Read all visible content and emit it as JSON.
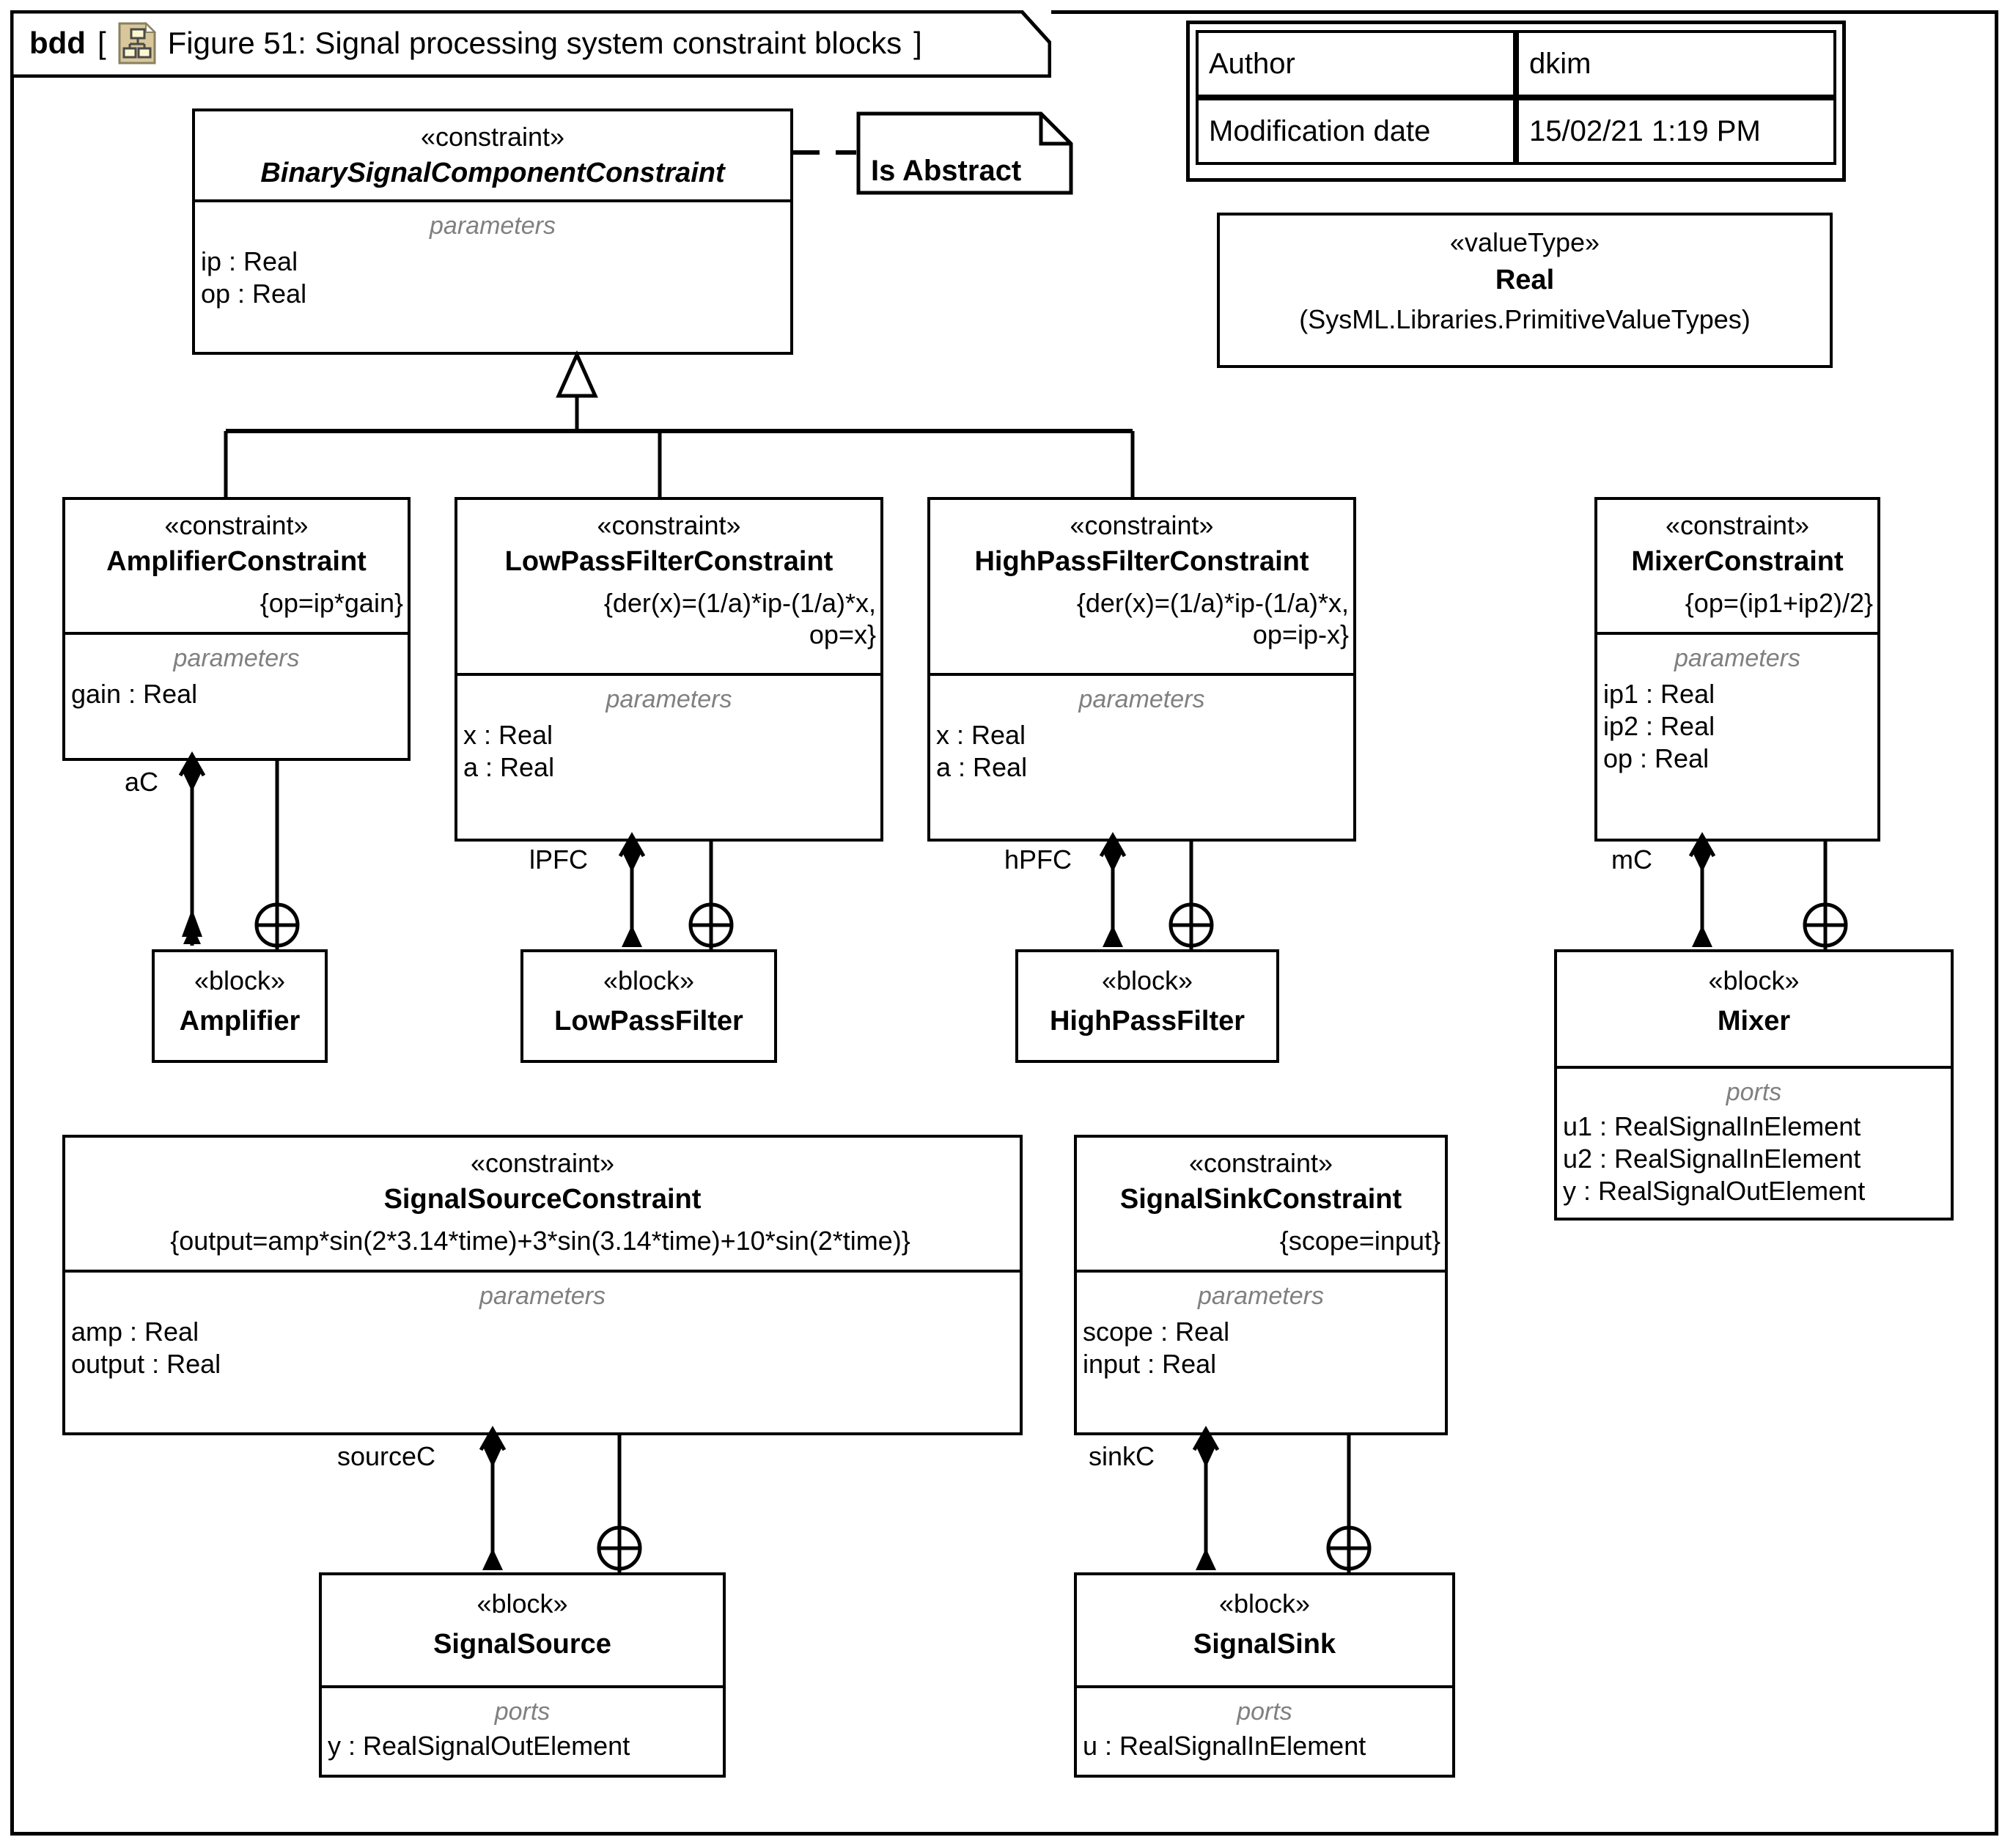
{
  "diagram": {
    "kind_label": "bdd",
    "bracket_open": "[",
    "bracket_close": "]",
    "icon_name": "block-definition-diagram-icon",
    "title": "Figure 51: Signal processing system constraint blocks"
  },
  "info_table": {
    "rows": [
      {
        "label": "Author",
        "value": "dkim"
      },
      {
        "label": "Modification date",
        "value": "15/02/21 1:19 PM"
      }
    ]
  },
  "value_type": {
    "stereotype": "«valueType»",
    "name": "Real",
    "qualifier": "(SysML.Libraries.PrimitiveValueTypes)"
  },
  "note": {
    "text": "Is Abstract"
  },
  "section_labels": {
    "parameters": "parameters",
    "ports": "ports"
  },
  "stereotypes": {
    "constraint": "«constraint»",
    "block": "«block»"
  },
  "blocks": {
    "binary_signal_component_constraint": {
      "stereotype": "«constraint»",
      "name": "BinarySignalComponentConstraint",
      "abstract": true,
      "section_label": "parameters",
      "features": [
        "ip : Real",
        "op : Real"
      ]
    },
    "amplifier_constraint": {
      "stereotype": "«constraint»",
      "name": "AmplifierConstraint",
      "expression": "{op=ip*gain}",
      "section_label": "parameters",
      "features": [
        "gain : Real"
      ]
    },
    "low_pass_filter_constraint": {
      "stereotype": "«constraint»",
      "name": "LowPassFilterConstraint",
      "expression": "{der(x)=(1/a)*ip-(1/a)*x,\nop=x}",
      "section_label": "parameters",
      "features": [
        "x : Real",
        "a : Real"
      ]
    },
    "high_pass_filter_constraint": {
      "stereotype": "«constraint»",
      "name": "HighPassFilterConstraint",
      "expression": "{der(x)=(1/a)*ip-(1/a)*x,\nop=ip-x}",
      "section_label": "parameters",
      "features": [
        "x : Real",
        "a : Real"
      ]
    },
    "mixer_constraint": {
      "stereotype": "«constraint»",
      "name": "MixerConstraint",
      "expression": "{op=(ip1+ip2)/2}",
      "section_label": "parameters",
      "features": [
        "ip1 : Real",
        "ip2 : Real",
        "op : Real"
      ]
    },
    "signal_source_constraint": {
      "stereotype": "«constraint»",
      "name": "SignalSourceConstraint",
      "expression": "{output=amp*sin(2*3.14*time)+3*sin(3.14*time)+10*sin(2*time)}",
      "section_label": "parameters",
      "features": [
        "amp : Real",
        "output : Real"
      ]
    },
    "signal_sink_constraint": {
      "stereotype": "«constraint»",
      "name": "SignalSinkConstraint",
      "expression": "{scope=input}",
      "section_label": "parameters",
      "features": [
        "scope : Real",
        "input : Real"
      ]
    },
    "amplifier": {
      "stereotype": "«block»",
      "name": "Amplifier"
    },
    "low_pass_filter": {
      "stereotype": "«block»",
      "name": "LowPassFilter"
    },
    "high_pass_filter": {
      "stereotype": "«block»",
      "name": "HighPassFilter"
    },
    "mixer": {
      "stereotype": "«block»",
      "name": "Mixer",
      "section_label": "ports",
      "features": [
        "u1 : RealSignalInElement",
        "u2 : RealSignalInElement",
        "y : RealSignalOutElement"
      ]
    },
    "signal_source": {
      "stereotype": "«block»",
      "name": "SignalSource",
      "section_label": "ports",
      "features": [
        "y : RealSignalOutElement"
      ]
    },
    "signal_sink": {
      "stereotype": "«block»",
      "name": "SignalSink",
      "section_label": "ports",
      "features": [
        "u : RealSignalInElement"
      ]
    }
  },
  "edge_labels": {
    "amplifier": "aC",
    "low_pass_filter": "lPFC",
    "high_pass_filter": "hPFC",
    "mixer": "mC",
    "signal_source": "sourceC",
    "signal_sink": "sinkC"
  },
  "colors": {
    "line": "#000000",
    "text": "#000000",
    "section_label": "#808080",
    "icon_fill": "#d8c79a",
    "icon_node": "#fdf7d0",
    "icon_stroke": "#4a4a4a",
    "background": "#ffffff"
  }
}
